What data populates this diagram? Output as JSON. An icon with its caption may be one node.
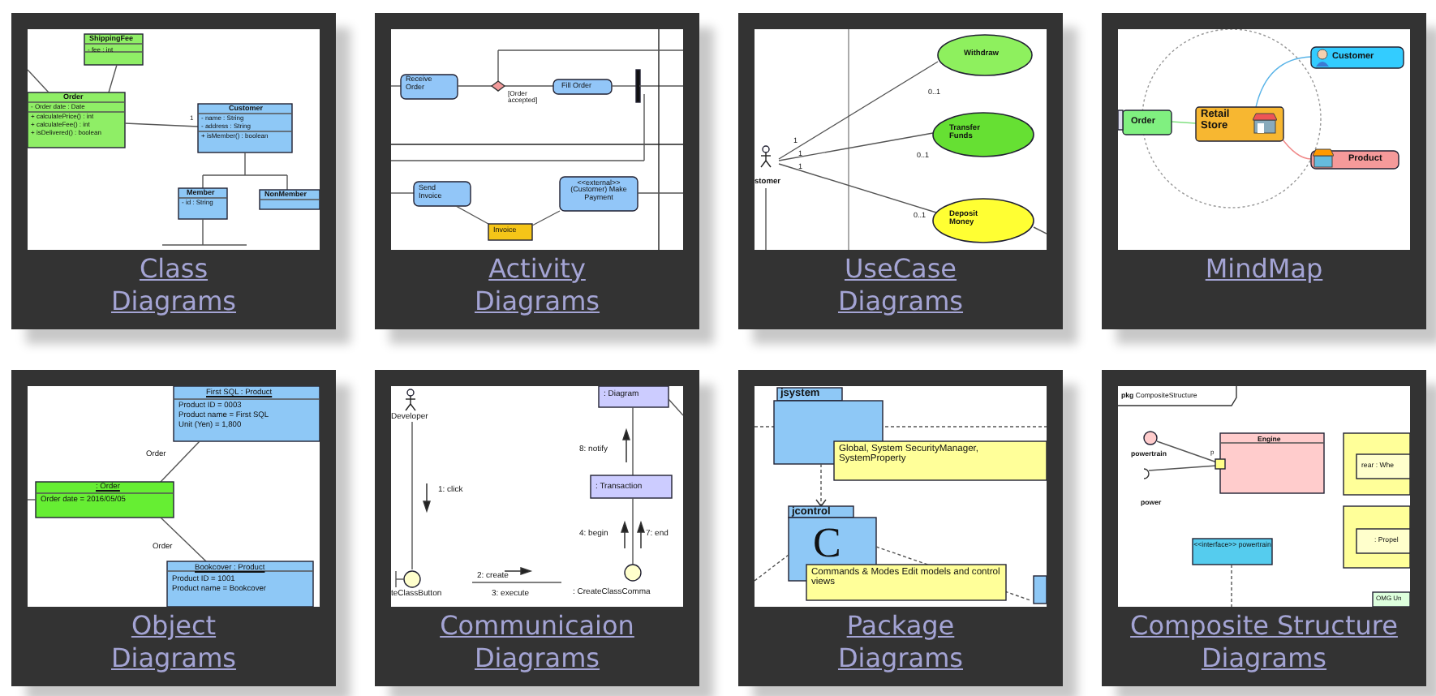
{
  "diagram": {
    "nodes": [
      {
        "text": [
          "Class Diagrams"
        ]
      },
      {
        "text": [
          "ShippingFee",
          "- fee : int",
          "Order",
          "- Order date : Date",
          "+ calculatePrice() : int",
          "+ calculateFee() : int",
          "+ isDelivered() : boolean",
          "1",
          "Customer",
          "- name : String",
          "- address : String",
          "+ isMember() : boolean",
          "Member",
          "- id : String",
          "NonMember"
        ],
        "in": 0
      },
      {
        "text": [
          "Activity Diagrams"
        ]
      },
      {
        "text": [
          "Receive Order",
          "Fill Order",
          "[Order accepted]",
          "Send Invoice",
          "<<external>> (Customer) Make Payment",
          "Invoice"
        ],
        "in": 2
      },
      {
        "text": [
          "UseCase Diagrams"
        ]
      },
      {
        "text": [
          "Withdraw",
          "0..1",
          "Transfer Funds",
          "1",
          "1",
          "0..1",
          "1",
          "stomer",
          "0..1",
          "Deposit Money"
        ],
        "in": 4
      },
      {
        "text": [
          "MindMap"
        ]
      },
      {
        "text": [
          "Customer",
          "Retail Store",
          "Order",
          "Product"
        ],
        "in": 6
      },
      {
        "text": [
          "Object Diagrams"
        ]
      },
      {
        "text": [
          "First SQL : Product",
          "Product ID = 0003",
          "Product name = First SQL",
          "Unit (Yen) = 1,800",
          "Order",
          ": Order",
          "Order date = 2016/05/05",
          "Order",
          "Bookcover : Product",
          "Product ID = 1001",
          "Product name = Bookcover"
        ],
        "in": 8
      },
      {
        "text": [
          "Communicaion Diagrams"
        ]
      },
      {
        "text": [
          ": Diagram",
          "Developer",
          "8: notify",
          ": Transaction",
          "1: click",
          "4: begin",
          "7: end",
          "2: create",
          "teClassButton",
          "3: execute",
          ": CreateClassComma"
        ],
        "in": 10
      },
      {
        "text": [
          "Package Diagrams"
        ]
      },
      {
        "text": [
          "jsystem",
          "Global, System SecurityManager, SystemProperty",
          "jcontrol",
          "C",
          "Commands & Modes Edit models and control views"
        ],
        "in": 12
      },
      {
        "text": [
          "Composite Structure Diagrams"
        ]
      },
      {
        "text": [
          "**pkg** CompositeStructure",
          "Engine",
          "p",
          "powertrain",
          "rear : Whe",
          "power",
          ": Propel",
          "<<interface>> powertrain",
          "OMG Un"
        ],
        "in": 14
      }
    ]
  }
}
